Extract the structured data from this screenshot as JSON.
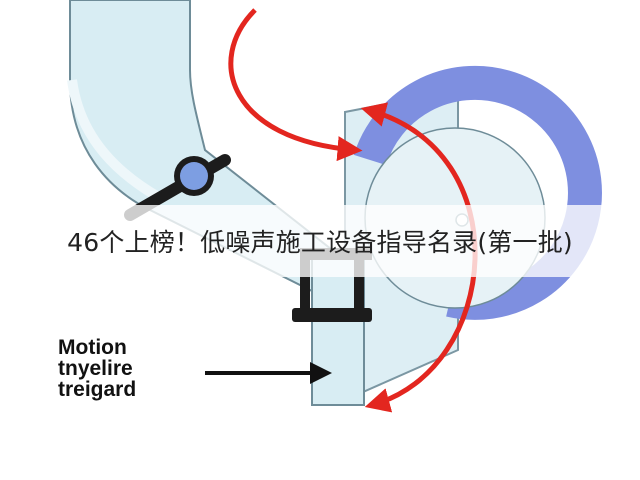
{
  "headline": "46个上榜！低噪声施工设备指导名录(第一批)",
  "label": {
    "line1": "Motion",
    "line2": "tnyelire",
    "line3": "treigard"
  },
  "colors": {
    "pipe_fill": "#d8edf3",
    "pipe_stroke": "#6e8c98",
    "plate_fill": "#ddeef4",
    "ring_blue": "#7e8fe0",
    "arrow_red": "#e3261f",
    "clamp_black": "#1c1c1c",
    "bolt_blue": "#7d9ee2",
    "text_dark": "#111111"
  },
  "icons": [
    "red-rotation-arrow",
    "red-double-arrow",
    "black-pointer-arrow",
    "pipe-clamp",
    "bolt"
  ]
}
